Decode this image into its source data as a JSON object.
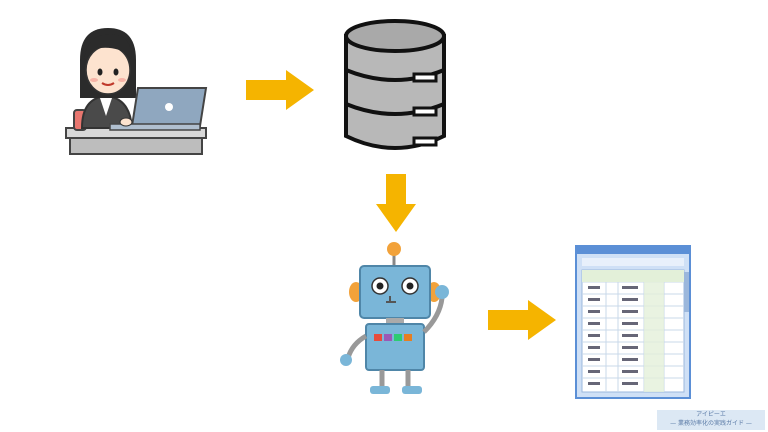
{
  "diagram": {
    "nodes": [
      {
        "id": "worker",
        "icon": "woman-at-laptop-icon"
      },
      {
        "id": "database",
        "icon": "database-icon"
      },
      {
        "id": "robot",
        "icon": "robot-icon"
      },
      {
        "id": "document",
        "icon": "spreadsheet-document-icon"
      }
    ],
    "edges": [
      {
        "from": "worker",
        "to": "database"
      },
      {
        "from": "database",
        "to": "robot"
      },
      {
        "from": "robot",
        "to": "document"
      }
    ],
    "colors": {
      "arrow": "#f5b400",
      "database": "#b8b8b8",
      "robot": "#7ab6d8",
      "robot_accent": "#f2a23a",
      "document_frame": "#5b8fd6",
      "document_cells": "#e3f0d9"
    }
  },
  "overlay": {
    "line1": "アイピーエ",
    "line2": "— 業務効率化の実践ガイド —"
  }
}
